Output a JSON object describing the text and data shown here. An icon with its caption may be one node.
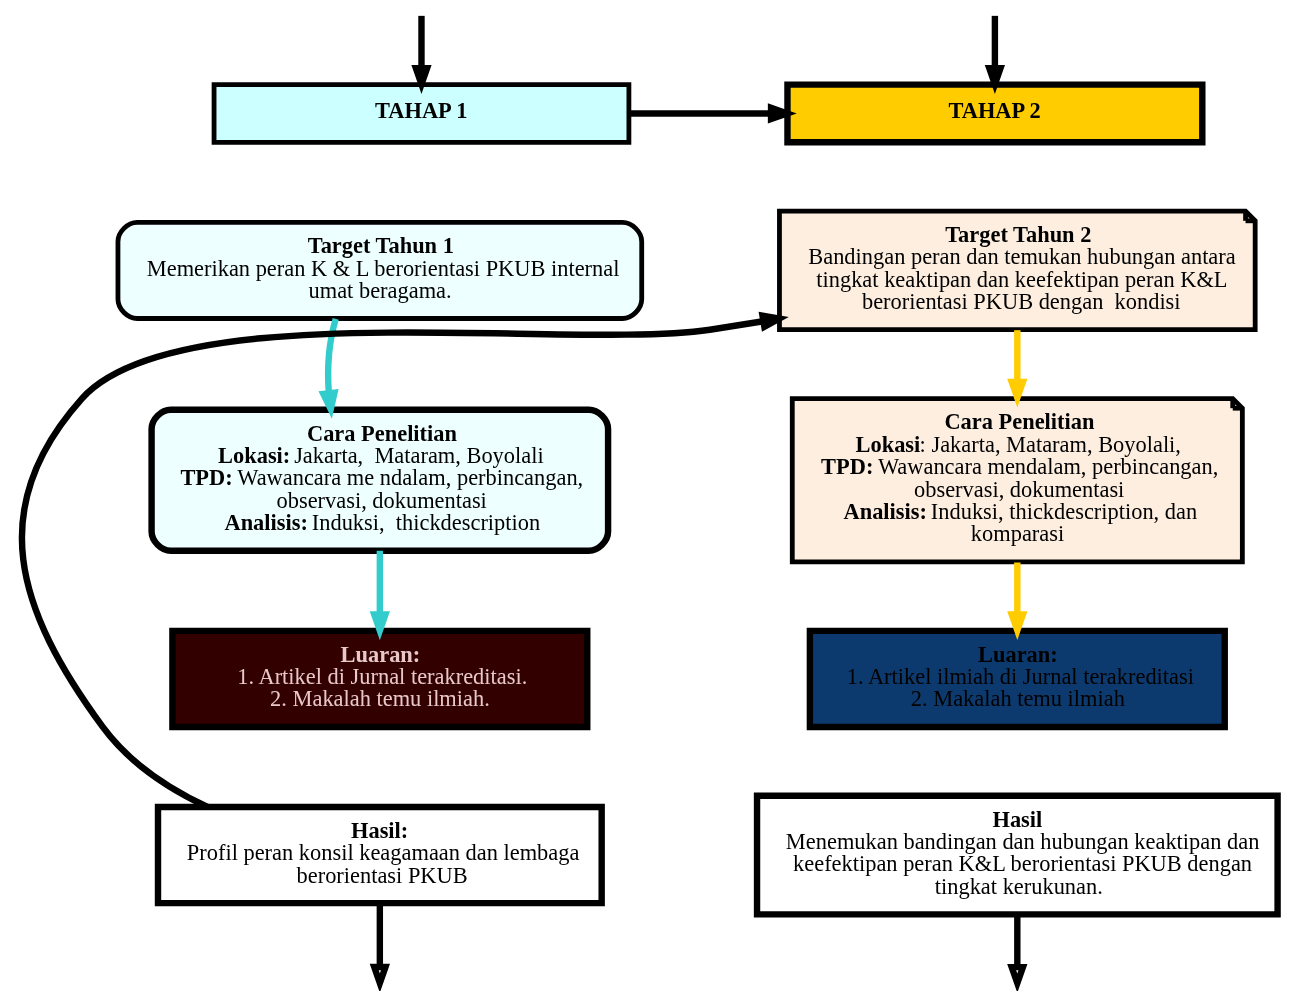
{
  "diagram": {
    "nodes": [
      {
        "text": [
          "TAHAP 1"
        ]
      },
      {
        "text": [
          "Target Tahun 1",
          "Memerikan peran K & L berorientasi PKUB internal umat beragama."
        ]
      },
      {
        "text": [
          "Cara Penelitian",
          "**Lokasi:** Jakarta,  Mataram, Boyolali",
          "**TPD:** Wawancara me ndalam, perbincangan,  observasi, dokumentasi",
          "**Analisis:** Induksi,  thickdescription"
        ]
      },
      {
        "text": [
          "Luaran:",
          "1. Artikel di Jurnal terakreditasi.",
          "2. Makalah temu ilmiah."
        ]
      },
      {
        "text": [
          "Hasil:",
          "Profil peran konsil keagamaan dan lembaga berorientasi PKUB"
        ]
      },
      {
        "text": [
          "TAHAP 2"
        ]
      },
      {
        "text": [
          "Target Tahun 2",
          "Bandingan peran dan temukan hubungan antara tingkat keaktipan dan keefektipan peran K&L berorientasi PKUB dengan  kondisi"
        ]
      },
      {
        "text": [
          "Cara Penelitian",
          "**Lokasi**: Jakarta, Mataram, Boyolali,",
          "**TPD:** Wawancara mendalam, perbincangan, observasi, dokumentasi",
          "**Analisis:** Induksi, thickdescription, dan komparasi"
        ]
      },
      {
        "text": [
          "Luaran:",
          "1. Artikel ilmiah di Jurnal terakreditasi",
          "2. Makalah temu ilmiah"
        ]
      },
      {
        "text": [
          "Hasil",
          "Menemukan bandingan dan hubungan keaktipan dan keefektipan peran K&L berorientasi PKUB dengan  tingkat kerukunan."
        ]
      }
    ],
    "edges": [
      {
        "from": null,
        "to": 0,
        "arrow": "to"
      },
      {
        "from": null,
        "to": 5,
        "arrow": "to"
      },
      {
        "from": 0,
        "to": 5,
        "arrow": "to"
      },
      {
        "from": 1,
        "to": 2,
        "arrow": "to",
        "color": "#33cccc"
      },
      {
        "from": 2,
        "to": 3,
        "arrow": "to",
        "color": "#33cccc"
      },
      {
        "from": 4,
        "to": 6,
        "arrow": "to"
      },
      {
        "from": 6,
        "to": 7,
        "arrow": "to",
        "color": "#ffcc00"
      },
      {
        "from": 7,
        "to": 8,
        "arrow": "to",
        "color": "#ffcc00"
      },
      {
        "from": 4,
        "to": null,
        "arrow": "to"
      },
      {
        "from": 9,
        "to": null,
        "arrow": "to"
      }
    ]
  }
}
